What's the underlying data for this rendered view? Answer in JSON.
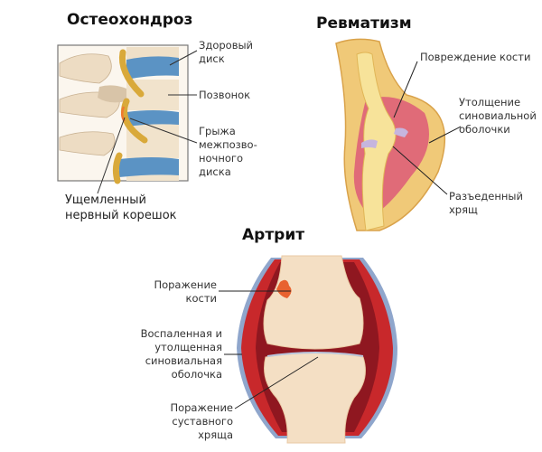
{
  "panels": {
    "osteochondrosis": {
      "title": "Остеохондроз",
      "labels": {
        "healthy_disc": "Здоровый диск",
        "vertebra": "Позвонок",
        "hernia": "Грыжа межпозво-ночного диска",
        "pinched_nerve": "Ущемленный нервный корешок"
      }
    },
    "rheumatism": {
      "title": "Ревматизм",
      "labels": {
        "bone_damage": "Повреждение кости",
        "synovial_thickening": "Утолщение синовиальной оболочки",
        "eroded_cartilage": "Разъеденный хрящ"
      }
    },
    "arthritis": {
      "title": "Артрит",
      "labels": {
        "bone_lesion": "Поражение кости",
        "inflamed_membrane": "Воспаленная и утолщенная синовиальная оболочка",
        "cartilage_lesion": "Поражение суставного хряща"
      }
    }
  },
  "colors": {
    "bone": "#f3dcc0",
    "disc": "#5b93c4",
    "nerve": "#d9a93a",
    "inflamed": "#c8282b",
    "synovial_pink": "#e06b78",
    "membrane": "#8fa6cc"
  }
}
